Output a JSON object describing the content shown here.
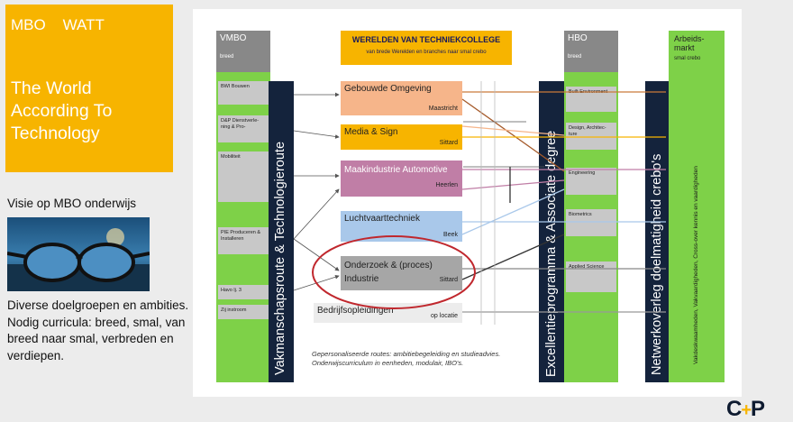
{
  "left_card": {
    "line1": "MBO    WATT",
    "title": "The World According To Technology",
    "subtitle": "Visie op MBO onderwijs",
    "description": "Diverse doelgroepen en ambities. Nodig curricula: breed, smal, van breed naar smal, verbreden en verdiepen."
  },
  "diagram": {
    "vmbo": {
      "label": "VMBO",
      "sub": "breed",
      "items": [
        "BWI Bouwen",
        "D&P Dienstverle-ning & Pro-",
        "Mobiliteit",
        "PIE Produceren & Installeren",
        "Havo lj. 3",
        "Zij instroom"
      ]
    },
    "vakmanschap_bar": "Vakmanschapsroute  &  Technologieroute",
    "center": {
      "title": "WERELDEN VAN TECHNIEKCOLLEGE",
      "sub": "van brede Werelden en branches naar smal crebo"
    },
    "routes": [
      {
        "name": "Gebouwde Omgeving",
        "place": "Maastricht"
      },
      {
        "name": "Media & Sign",
        "place": "Sittard"
      },
      {
        "name": "Maakindustrie Automotive",
        "place": "Heerlen"
      },
      {
        "name": "Luchtvaarttechniek",
        "place": "Beek"
      },
      {
        "name": "Onderzoek & (proces) Industrie",
        "place": "Sittard"
      },
      {
        "name": "Bedrijfsopleidingen",
        "place": "op locatie"
      }
    ],
    "footnote": "Gepersonaliseerde routes: ambitiebegeleiding en studieadvies. Onderwijscurriculum in eenheden, modulair, IBO's.",
    "excellentie_bar": "Excellentieprogramma & Associate degree",
    "hbo": {
      "label": "HBO",
      "sub": "breed",
      "items": [
        "Built Environment",
        "Design, Architec-ture",
        "Engineering",
        "Biometrics",
        "Applied Science"
      ]
    },
    "netwerk_bar": "Netwerkoverleg  doelmatigheid crebo's",
    "arbeidsmarkt": {
      "label": "Arbeids-markt",
      "sub": "smal crebo",
      "vertical": "Vakdeskwaamheden, Vakvaardigheden, Cross-over kennis en vaardigheden"
    }
  },
  "brand": {
    "left": "C",
    "plus": "+",
    "right": "P"
  },
  "colors": {
    "yellow": "#f7b400",
    "green": "#7ed148",
    "navy": "#14233c",
    "orange": "#f6b58a",
    "purple": "#c07ea6",
    "blue": "#a9c8ea",
    "gray": "#a6a6a6",
    "red_ellipse": "#c0272d"
  }
}
